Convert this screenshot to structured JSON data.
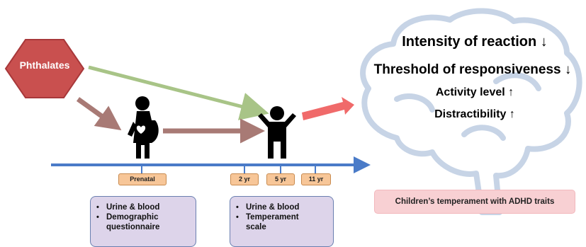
{
  "exposure": {
    "label": "Phthalates"
  },
  "timeline": {
    "prenatal": "Prenatal",
    "age_2": "2 yr",
    "age_5": "5 yr",
    "age_11": "11 yr"
  },
  "prenatal_box": {
    "items": [
      "Urine & blood",
      "Demographic",
      "questionnaire"
    ]
  },
  "child_box": {
    "items": [
      "Urine & blood",
      "Temperament",
      "scale"
    ]
  },
  "outcomes": {
    "line1": "Intensity of reaction ↓",
    "line2": "Threshold of responsiveness ↓",
    "line3": "Activity level ↑",
    "line4": "Distractibility ↑"
  },
  "banner": "Children’s temperament with ADHD traits",
  "colors": {
    "hexagon": "#c9504f",
    "green_arrow": "#a8c487",
    "brown_arrow": "#a87a75",
    "red_arrow": "#f06a6a",
    "timeline": "#4a7bc8",
    "brain_outline": "#c7d4e6"
  }
}
